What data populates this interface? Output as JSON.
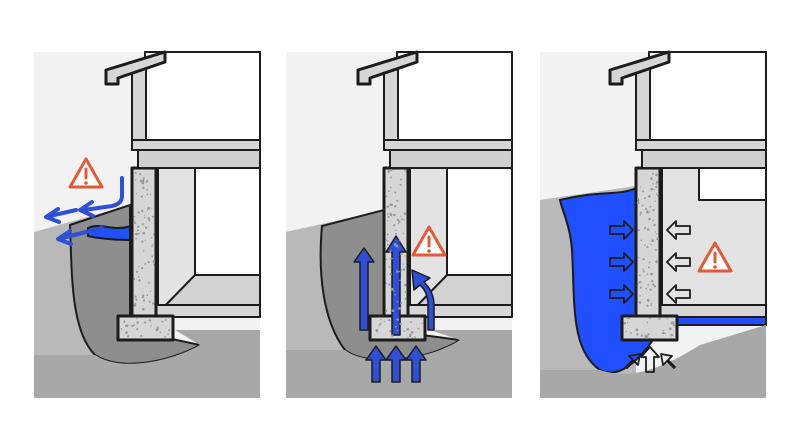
{
  "panels": [
    {
      "id": "surface-runoff",
      "water_flow": "surface"
    },
    {
      "id": "rising-groundwater",
      "water_flow": "upward"
    },
    {
      "id": "saturated-soil",
      "water_flow": "hydrostatic-pressure"
    }
  ],
  "icons": {
    "warning": "warning-triangle-icon",
    "arrow": "water-flow-arrow-icon"
  },
  "colors": {
    "background": "#ffffff",
    "soil": "#b9b9b9",
    "soil_wet": "#8e8e8e",
    "sky": "#f2f2f2",
    "wall": "#e3e3e3",
    "concrete": "#d6d6d6",
    "water": "#1f4fff",
    "arrow": "#2f4fd6",
    "warning": "#e25a37"
  }
}
